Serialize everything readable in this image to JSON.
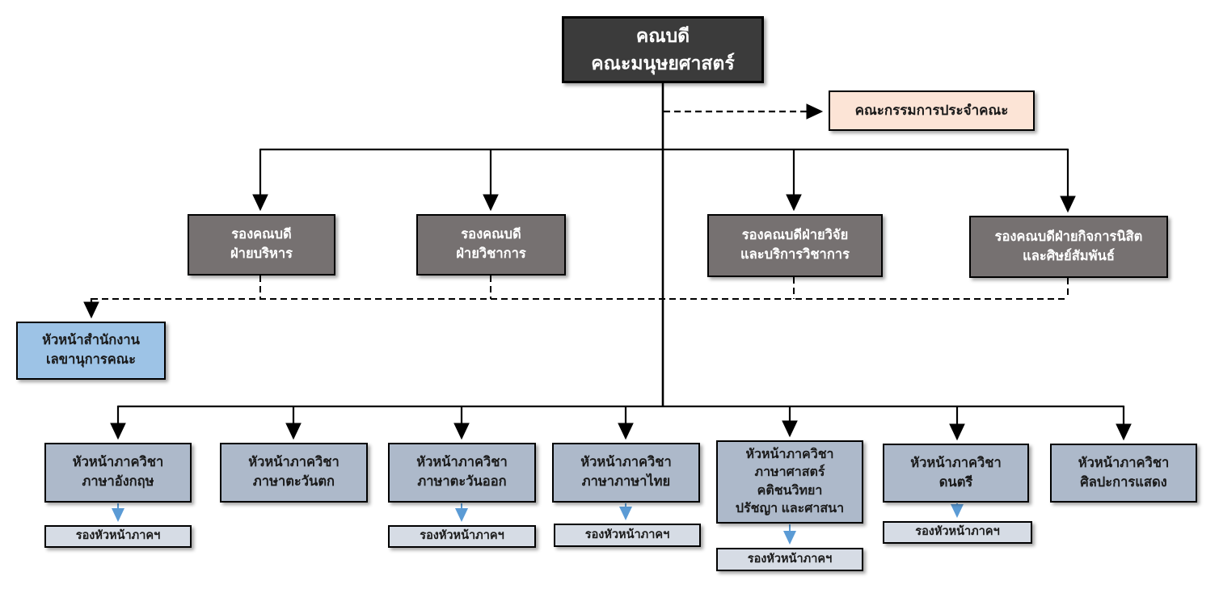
{
  "palette": {
    "dean_box": "#3b3b3b",
    "vice_dean_box": "#767171",
    "committee_box": "#fce4d6",
    "secretary_box": "#9dc3e6",
    "department_box": "#adb9ca",
    "deputy_box": "#d6dce5",
    "connector_line": "#000000",
    "deputy_arrow": "#5b9bd5",
    "background": "#ffffff"
  },
  "chart": {
    "dean": {
      "label": "คณบดี\nคณะมนุษยศาสตร์"
    },
    "committee": {
      "label": "คณะกรรมการประจำคณะ"
    },
    "vice_deans": [
      {
        "label": "รองคณบดี\nฝ่ายบริหาร"
      },
      {
        "label": "รองคณบดี\nฝ่ายวิชาการ"
      },
      {
        "label": "รองคณบดีฝ่ายวิจัย\nและบริการวิชาการ"
      },
      {
        "label": "รองคณบดีฝ่ายกิจการนิสิต\nและศิษย์สัมพันธ์"
      }
    ],
    "secretary": {
      "label": "หัวหน้าสำนักงาน\nเลขานุการคณะ"
    },
    "departments": [
      {
        "label": "หัวหน้าภาควิชา\nภาษาอังกฤษ",
        "deputy": "รองหัวหน้าภาคฯ"
      },
      {
        "label": "หัวหน้าภาควิชา\nภาษาตะวันตก",
        "deputy": null
      },
      {
        "label": "หัวหน้าภาควิชา\nภาษาตะวันออก",
        "deputy": "รองหัวหน้าภาคฯ"
      },
      {
        "label": "หัวหน้าภาควิชา\nภาษาภาษาไทย",
        "deputy": "รองหัวหน้าภาคฯ"
      },
      {
        "label": "หัวหน้าภาควิชา\nภาษาศาสตร์\nคติชนวิทยา\nปรัชญา และศาสนา",
        "deputy": "รองหัวหน้าภาคฯ"
      },
      {
        "label": "หัวหน้าภาควิชา\nดนตรี",
        "deputy": "รองหัวหน้าภาคฯ"
      },
      {
        "label": "หัวหน้าภาควิชา\nศิลปะการแสดง",
        "deputy": null
      }
    ]
  }
}
